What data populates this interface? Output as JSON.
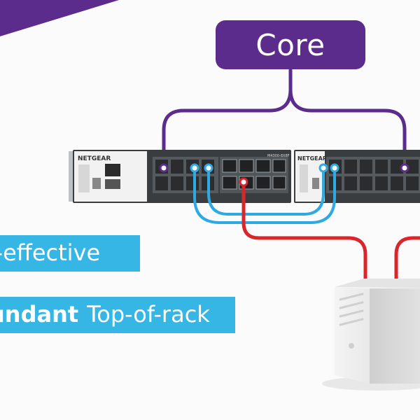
{
  "core": {
    "label": "Core"
  },
  "banners": [
    {
      "text": "t-effective"
    },
    {
      "bold": "undant",
      "text": "Top-of-rack"
    }
  ],
  "switches": [
    {
      "brand": "NETGEAR",
      "model": "M4300-8X8F"
    },
    {
      "brand": "NETGEAR"
    }
  ],
  "colors": {
    "core_purple": "#5b2c8c",
    "banner_blue": "#35b6e4",
    "link_blue": "#2ea9e1",
    "link_red": "#d9262b",
    "switch_body": "#3a3d40"
  }
}
